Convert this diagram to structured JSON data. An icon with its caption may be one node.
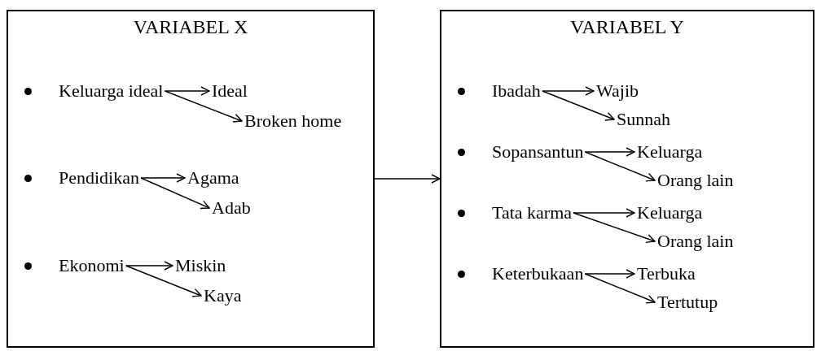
{
  "diagram": {
    "nodes": [
      {
        "text": [
          "VARIABEL X"
        ]
      },
      {
        "text": [
          "Keluarga ideal"
        ],
        "in": 0
      },
      {
        "text": [
          "Ideal"
        ],
        "in": 0
      },
      {
        "text": [
          "Broken home"
        ],
        "in": 0
      },
      {
        "text": [
          "Pendidikan"
        ],
        "in": 0
      },
      {
        "text": [
          "Agama"
        ],
        "in": 0
      },
      {
        "text": [
          "Adab"
        ],
        "in": 0
      },
      {
        "text": [
          "Ekonomi"
        ],
        "in": 0
      },
      {
        "text": [
          "Miskin"
        ],
        "in": 0
      },
      {
        "text": [
          "Kaya"
        ],
        "in": 0
      },
      {
        "text": [
          "VARIABEL Y"
        ]
      },
      {
        "text": [
          "Ibadah"
        ],
        "in": 10
      },
      {
        "text": [
          "Wajib"
        ],
        "in": 10
      },
      {
        "text": [
          "Sunnah"
        ],
        "in": 10
      },
      {
        "text": [
          "Sopansantun"
        ],
        "in": 10
      },
      {
        "text": [
          "Keluarga"
        ],
        "in": 10
      },
      {
        "text": [
          "Orang lain"
        ],
        "in": 10
      },
      {
        "text": [
          "Tata karma"
        ],
        "in": 10
      },
      {
        "text": [
          "Keluarga"
        ],
        "in": 10
      },
      {
        "text": [
          "Orang lain"
        ],
        "in": 10
      },
      {
        "text": [
          "Keterbukaan"
        ],
        "in": 10
      },
      {
        "text": [
          "Terbuka"
        ],
        "in": 10
      },
      {
        "text": [
          "Tertutup"
        ],
        "in": 10
      }
    ],
    "edges": [
      {
        "from": 0,
        "to": 10,
        "arrow": "to"
      },
      {
        "from": 1,
        "to": 2,
        "arrow": "to"
      },
      {
        "from": 1,
        "to": 3,
        "arrow": "to"
      },
      {
        "from": 4,
        "to": 5,
        "arrow": "to"
      },
      {
        "from": 4,
        "to": 6,
        "arrow": "to"
      },
      {
        "from": 7,
        "to": 8,
        "arrow": "to"
      },
      {
        "from": 7,
        "to": 9,
        "arrow": "to"
      },
      {
        "from": 11,
        "to": 12,
        "arrow": "to"
      },
      {
        "from": 11,
        "to": 13,
        "arrow": "to"
      },
      {
        "from": 14,
        "to": 15,
        "arrow": "to"
      },
      {
        "from": 14,
        "to": 16,
        "arrow": "to"
      },
      {
        "from": 17,
        "to": 18,
        "arrow": "to"
      },
      {
        "from": 17,
        "to": 19,
        "arrow": "to"
      },
      {
        "from": 20,
        "to": 21,
        "arrow": "to"
      },
      {
        "from": 20,
        "to": 22,
        "arrow": "to"
      }
    ]
  }
}
